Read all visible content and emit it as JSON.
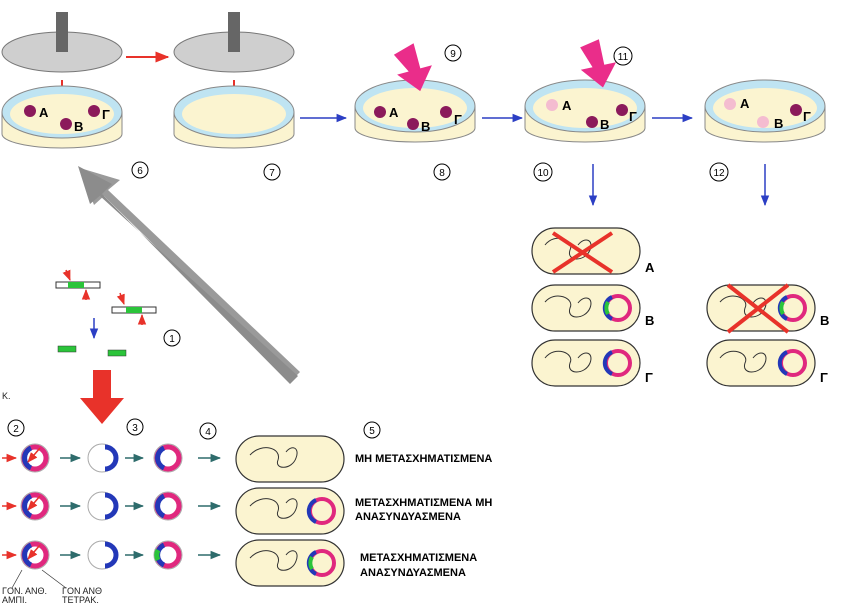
{
  "steps": {
    "s1": "1",
    "s2": "2",
    "s3": "3",
    "s4": "4",
    "s5": "5",
    "s6": "6",
    "s7": "7",
    "s8": "8",
    "s9": "9",
    "s10": "10",
    "s11": "11",
    "s12": "12"
  },
  "colony_labels": {
    "a": "Α",
    "b": "Β",
    "g": "Γ"
  },
  "cell_rows": {
    "untransformed": "ΜΗ ΜΕΤΑΣΧΗΜΑΤΙΣΜΕΝΑ",
    "transformed_nonrec_1": "ΜΕΤΑΣΧΗΜΑΤΙΣΜΕΝΑ ΜΗ",
    "transformed_nonrec_2": "ΑΝΑΣΥΝΔΥΑΣΜΕΝΑ",
    "transformed_rec_1": "ΜΕΤΑΣΧΗΜΑΤΙΣΜΕΝΑ",
    "transformed_rec_2": "ΑΝΑΣΥΝΔΥΑΣΜΕΝΑ"
  },
  "gene_labels": {
    "ampi_1": "ΓΟΝ. ΑΝΘ.",
    "ampi_2": "ΑΜΠΙ.",
    "tetra_1": "ΓΟΝ ΑΝΘ",
    "tetra_2": "ΤΕΤΡΑΚ."
  },
  "side_mark": "Κ.",
  "colors": {
    "petri_fill": "#fbf4d0",
    "petri_rim": "#bfe4f2",
    "colony": "#8b1a5b",
    "colony_dead": "#f4bcd0",
    "pink_arrow": "#ea2d8a",
    "red": "#e8322a",
    "blue": "#2c3fc4",
    "gray": "#9a9a9a",
    "plasmid_magenta": "#e0287e",
    "plasmid_blue": "#2338b8",
    "insert_green": "#2bc43a"
  }
}
